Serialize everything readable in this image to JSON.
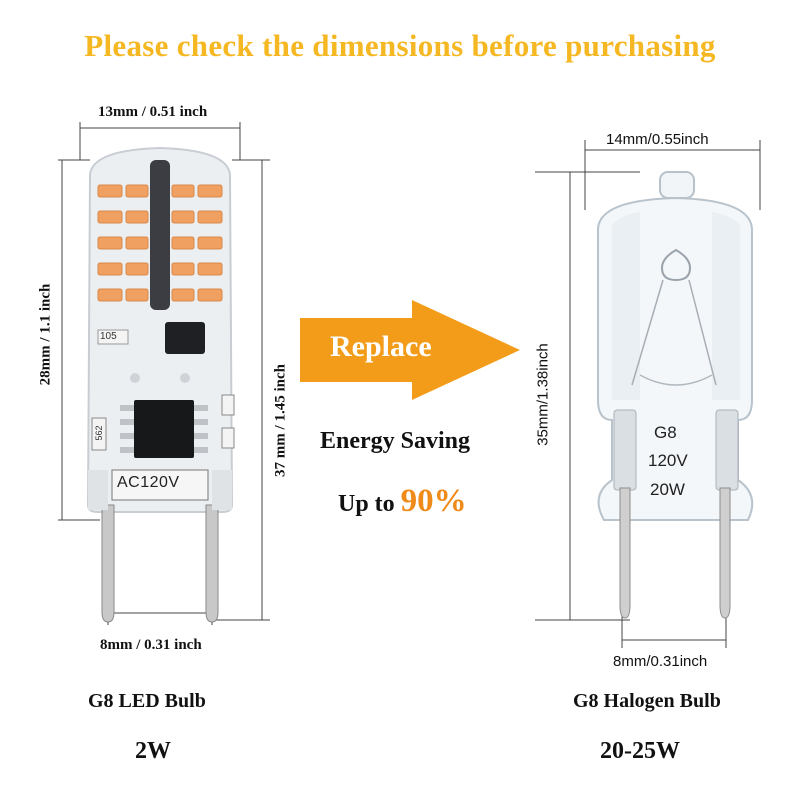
{
  "headline": "Please check the dimensions before purchasing",
  "led": {
    "width_label": "13mm / 0.51 inch",
    "body_height_label": "28mm / 1.1 inch",
    "total_height_label": "37 mm / 1.45 inch",
    "pin_spacing_label": "8mm / 0.31 inch",
    "chip_label_1": "105",
    "chip_label_2": "562",
    "voltage_print": "AC120V",
    "name": "G8 LED Bulb",
    "wattage": "2W"
  },
  "arrow": {
    "label": "Replace",
    "color": "#f39c1a"
  },
  "energy": {
    "line1": "Energy Saving",
    "line2_prefix": "Up to",
    "percent": "90%"
  },
  "halogen": {
    "width_label": "14mm/0.55inch",
    "height_label": "35mm/1.38inch",
    "pin_spacing_label": "8mm/0.31inch",
    "print_type": "G8",
    "print_voltage": "120V",
    "print_wattage": "20W",
    "name": "G8 Halogen Bulb",
    "wattage": "20-25W"
  },
  "colors": {
    "headline": "#f5b823",
    "percent": "#f08a18",
    "led_chip": "#f0a060"
  }
}
